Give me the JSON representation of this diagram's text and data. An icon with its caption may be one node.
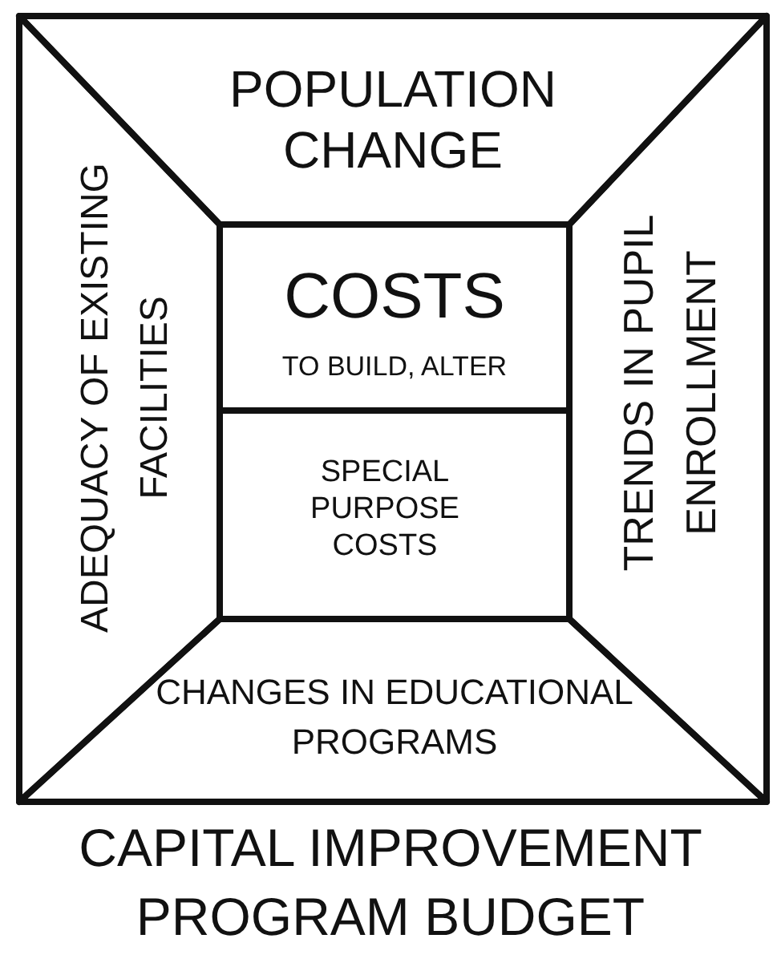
{
  "diagram": {
    "caption": "CAPITAL IMPROVEMENT PROGRAM BUDGET",
    "nodes": [
      {
        "text": [
          "POPULATION CHANGE"
        ]
      },
      {
        "text": [
          "ADEQUACY OF EXISTING FACILITIES"
        ]
      },
      {
        "text": [
          "COSTS",
          "TO BUILD, ALTER"
        ]
      },
      {
        "text": [
          "SPECIAL PURPOSE COSTS"
        ]
      },
      {
        "text": [
          "TRENDS IN PUPIL ENROLLMENT"
        ]
      },
      {
        "text": [
          "CHANGES IN EDUCATIONAL PROGRAMS"
        ]
      }
    ]
  }
}
